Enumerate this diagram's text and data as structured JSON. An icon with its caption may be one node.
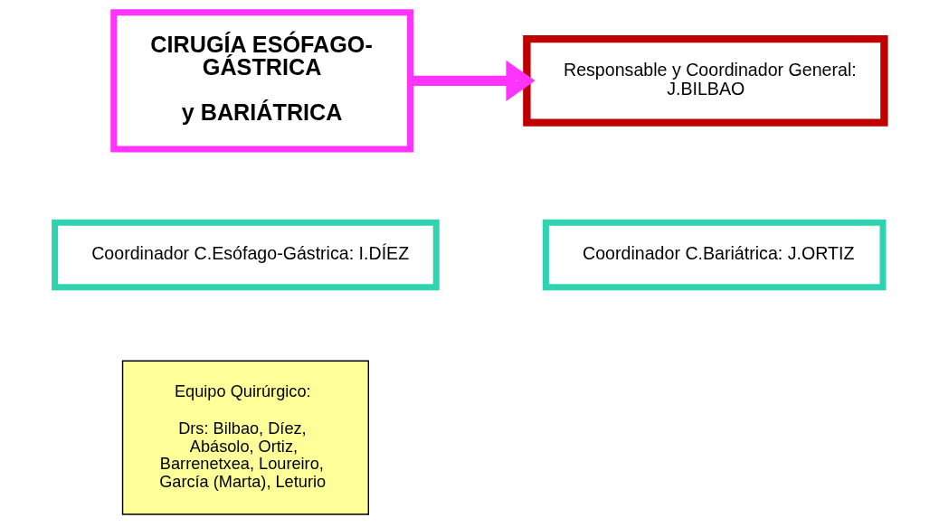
{
  "diagram": {
    "nodes": [
      {
        "text": [
          "CIRUGÍA ESÓFAGO-GÁSTRICA",
          "y BARIÁTRICA"
        ]
      },
      {
        "text": [
          "Responsable y Coordinador General: J.BILBAO"
        ]
      },
      {
        "text": [
          "Coordinador C.Esófago-Gástrica: I.DÍEZ"
        ]
      },
      {
        "text": [
          "Coordinador C.Bariátrica: J.ORTIZ"
        ]
      },
      {
        "text": [
          "Equipo Quirúrgico:",
          "Drs: Bilbao, Díez, Abásolo, Ortiz, Barrenetxea, Loureiro, García (Marta), Leturio"
        ]
      }
    ],
    "edges": [
      {
        "from": 0,
        "to": 1,
        "arrow": "to",
        "color": "#ff33ff"
      }
    ]
  }
}
